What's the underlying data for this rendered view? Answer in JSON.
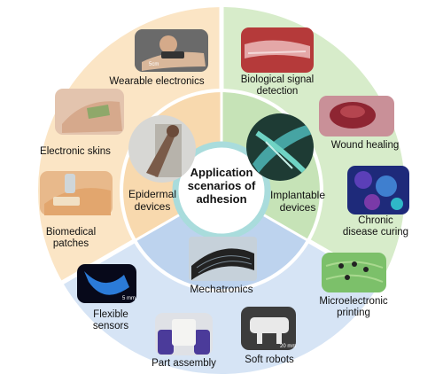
{
  "center": {
    "lines": [
      "Application",
      "scenarios of",
      "adhesion"
    ]
  },
  "sectors": {
    "epidermal": {
      "label_lines": [
        "Epidermal",
        "devices"
      ],
      "color": "#f8d9ae"
    },
    "implantable": {
      "label_lines": [
        "Implantable",
        "devices"
      ],
      "color": "#c6e3b7"
    },
    "mechatronics": {
      "label": "Mechatronics",
      "color": "#c2d7ef"
    }
  },
  "applications": {
    "wearable_electronics": "Wearable electronics",
    "electronic_skins": "Electronic skins",
    "biomedical_patches": [
      "Biomedical",
      "patches"
    ],
    "biological_signal_detection": [
      "Biological signal",
      "detection"
    ],
    "wound_healing": "Wound healing",
    "chronic_disease_curing": [
      "Chronic",
      "disease curing"
    ],
    "flexible_sensors": [
      "Flexible",
      "sensors"
    ],
    "part_assembly": "Part assembly",
    "soft_robots": "Soft robots",
    "microelectronic_printing": [
      "Microelectronic",
      "printing"
    ]
  },
  "scale_labels": {
    "wearable": "5cm",
    "flexible": "5 mm",
    "soft_robot": "20 mm"
  },
  "icons": [
    "wearable-photo",
    "electronic-skin-photo",
    "biomedical-patch-photo",
    "biological-signal-photo",
    "wound-healing-photo",
    "chronic-disease-photo",
    "flexible-sensor-photo",
    "part-assembly-photo",
    "soft-robot-photo",
    "microelectronic-printing-photo",
    "epidermal-device-photo",
    "implantable-device-photo",
    "mechatronics-photo"
  ]
}
